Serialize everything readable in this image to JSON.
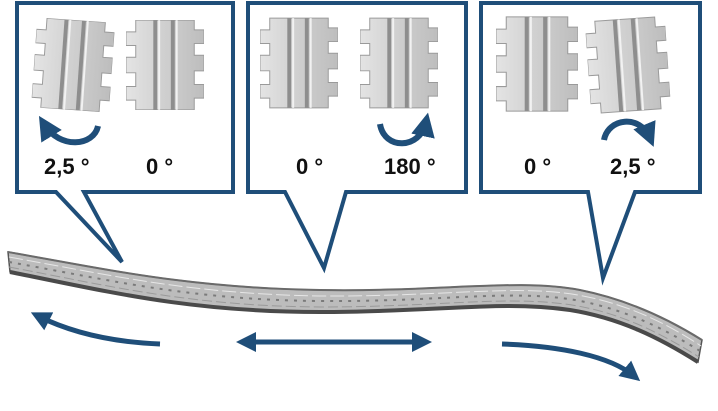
{
  "colors": {
    "callout_border": "#1f4e79",
    "arrow": "#1f4e79",
    "module_face": "#c9c9c9",
    "module_groove": "#8e8e8e",
    "chain_dark": "#5a5a5a"
  },
  "panels": [
    {
      "modules": [
        {
          "angle_label": "2,5 °",
          "rotation_deg": 2.5
        },
        {
          "angle_label": "0 °",
          "rotation_deg": 0
        }
      ],
      "rotation_icon": "counterclockwise-arrow-icon"
    },
    {
      "modules": [
        {
          "angle_label": "0 °",
          "rotation_deg": 0
        },
        {
          "angle_label": "180 °",
          "rotation_deg": 180
        }
      ],
      "rotation_icon": "clockwise-flip-arrow-icon"
    },
    {
      "modules": [
        {
          "angle_label": "0 °",
          "rotation_deg": 0
        },
        {
          "angle_label": "2,5 °",
          "rotation_deg": -2.5
        }
      ],
      "rotation_icon": "clockwise-arrow-icon"
    }
  ],
  "motion_arrows": [
    "curve-left-arrow-icon",
    "double-horizontal-arrow-icon",
    "curve-right-arrow-icon"
  ]
}
